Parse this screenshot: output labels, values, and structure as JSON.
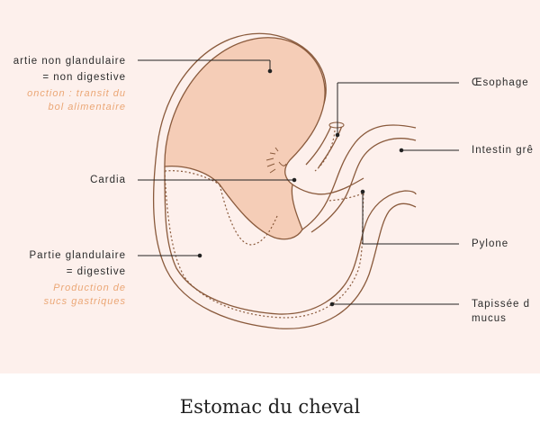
{
  "labels": {
    "non_glandular_line1": "artie non glandulaire",
    "non_glandular_line2": "= non digestive",
    "non_glandular_note1": "onction : transit du",
    "non_glandular_note2": "bol alimentaire",
    "cardia": "Cardia",
    "glandular_line1": "Partie glandulaire",
    "glandular_line2": "= digestive",
    "glandular_note1": "Production de",
    "glandular_note2": "sucs gastriques",
    "oesophagus": "Œsophage",
    "intestine": "Intestin grê",
    "pylorus": "Pylone",
    "mucus_line1": "Tapissée d",
    "mucus_line2": "mucus"
  },
  "title": "Estomac du cheval",
  "colors": {
    "background": "#fdf0ec",
    "outline": "#8a5a3c",
    "fill_non_glandular": "#f5cdb7",
    "leader": "#222222",
    "note": "#eba776"
  }
}
